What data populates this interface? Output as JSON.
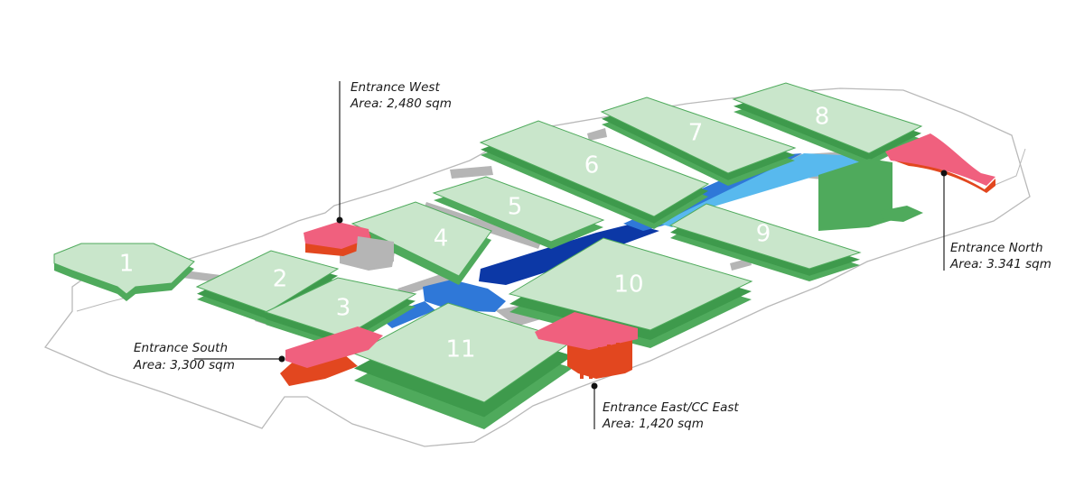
{
  "colors": {
    "hall_top": "#c9e6cb",
    "hall_side": "#4faa5c",
    "hall_side_dark": "#3e9a4c",
    "entrance_top": "#f0607e",
    "entrance_side": "#e2471f",
    "connector": "#b5b5b5",
    "walkway_dark": "#0c38a6",
    "walkway_mid": "#2f78d8",
    "walkway_light": "#58b9ee",
    "boundary": "#b9b9b9"
  },
  "halls": [
    {
      "id": "1",
      "label": "1"
    },
    {
      "id": "2",
      "label": "2"
    },
    {
      "id": "3",
      "label": "3"
    },
    {
      "id": "4",
      "label": "4"
    },
    {
      "id": "5",
      "label": "5"
    },
    {
      "id": "6",
      "label": "6"
    },
    {
      "id": "7",
      "label": "7"
    },
    {
      "id": "8",
      "label": "8"
    },
    {
      "id": "9",
      "label": "9"
    },
    {
      "id": "10",
      "label": "10"
    },
    {
      "id": "11",
      "label": "11"
    }
  ],
  "entrances": {
    "west": {
      "title": "Entrance West",
      "area": "Area: 2,480 sqm"
    },
    "north": {
      "title": "Entrance North",
      "area": "Area: 3.341 sqm"
    },
    "south": {
      "title": "Entrance South",
      "area": "Area: 3,300 sqm"
    },
    "east": {
      "title": "Entrance East/CC East",
      "area": "Area: 1,420 sqm"
    }
  }
}
